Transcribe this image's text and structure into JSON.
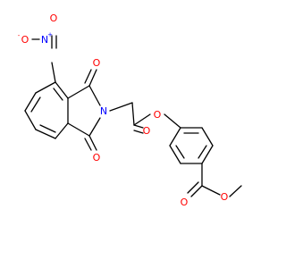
{
  "molecule": {
    "type": "skeletal-structure",
    "colors": {
      "bond": "#000000",
      "oxygen": "#ff0000",
      "nitrogen": "#0000ff",
      "background": "#ffffff"
    },
    "atoms": {
      "nitro_n": {
        "symbol": "N",
        "charge": "+",
        "color": "nitrogen"
      },
      "nitro_o_minus": {
        "symbol": "O",
        "charge": "-",
        "color": "oxygen"
      },
      "nitro_o_double": {
        "symbol": "O",
        "color": "oxygen"
      },
      "imide_o_top": {
        "symbol": "O",
        "color": "oxygen"
      },
      "imide_o_bottom": {
        "symbol": "O",
        "color": "oxygen"
      },
      "imide_n": {
        "symbol": "N",
        "color": "nitrogen"
      },
      "ester_o_ring": {
        "symbol": "O",
        "color": "oxygen"
      },
      "ester_o_carbonyl": {
        "symbol": "O",
        "color": "oxygen"
      },
      "methyl_ester_o_carbonyl": {
        "symbol": "O",
        "color": "oxygen"
      },
      "methyl_ester_o": {
        "symbol": "O",
        "color": "oxygen"
      }
    }
  }
}
